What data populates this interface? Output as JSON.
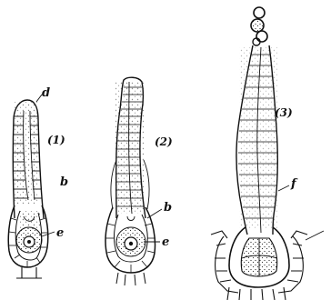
{
  "diagram": {
    "stage_labels": [
      "(1)",
      "(2)",
      "(3)"
    ],
    "part_labels": {
      "d": "d",
      "b1": "b",
      "e1": "e",
      "b2": "b",
      "e2": "e",
      "f": "f"
    }
  }
}
